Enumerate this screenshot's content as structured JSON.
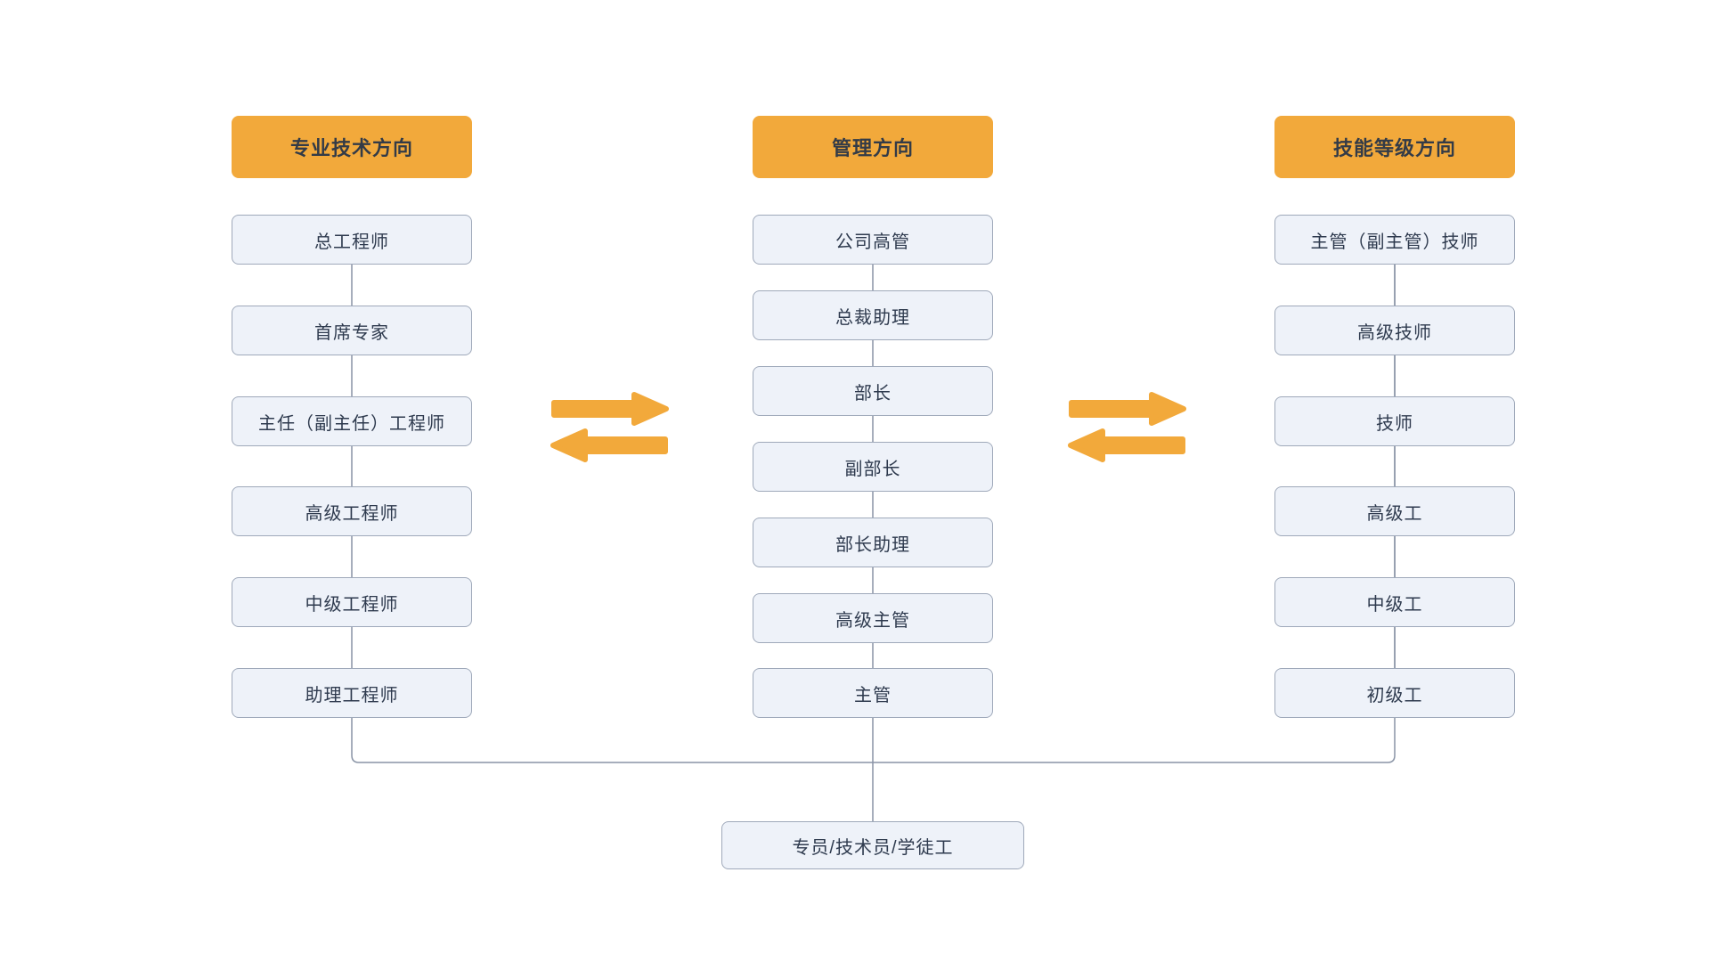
{
  "diagram": {
    "columns": [
      {
        "header": "专业技术方向",
        "items": [
          "总工程师",
          "首席专家",
          "主任（副主任）工程师",
          "高级工程师",
          "中级工程师",
          "助理工程师"
        ]
      },
      {
        "header": "管理方向",
        "items": [
          "公司高管",
          "总裁助理",
          "部长",
          "副部长",
          "部长助理",
          "高级主管",
          "主管"
        ]
      },
      {
        "header": "技能等级方向",
        "items": [
          "主管（副主管）技师",
          "高级技师",
          "技师",
          "高级工",
          "中级工",
          "初级工"
        ]
      }
    ],
    "base": "专员/技术员/学徒工",
    "colors": {
      "header_bg": "#f2a93b",
      "header_text": "#333b47",
      "box_bg": "#eef2f9",
      "box_border": "#9fa9ba",
      "text": "#2e3a4e",
      "arrow": "#f2a93b",
      "line": "#8a94a6"
    }
  }
}
